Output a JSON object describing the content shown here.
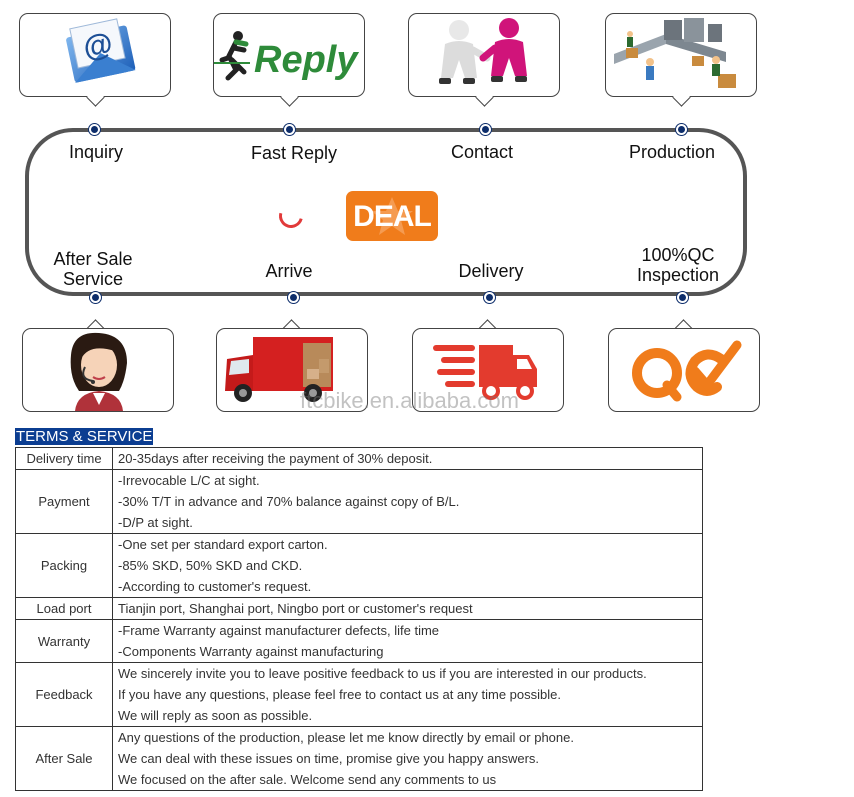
{
  "flow": {
    "steps_top": [
      {
        "label": "Inquiry",
        "icon": "email-icon"
      },
      {
        "label": "Fast Reply",
        "icon": "reply-icon"
      },
      {
        "label": "Contact",
        "icon": "handshake-icon"
      },
      {
        "label": "Production",
        "icon": "factory-icon"
      }
    ],
    "steps_bottom": [
      {
        "label_lines": [
          "After Sale",
          "Service"
        ],
        "icon": "support-agent-icon"
      },
      {
        "label_lines": [
          "Arrive"
        ],
        "icon": "delivery-van-icon"
      },
      {
        "label_lines": [
          "Delivery"
        ],
        "icon": "fast-truck-icon"
      },
      {
        "label_lines": [
          "100%QC",
          "Inspection"
        ],
        "icon": "qc-check-icon"
      }
    ],
    "reply_card_text": "Reply",
    "deal_badge": "DEAL",
    "watermark": "ftcbike.en.alibaba.com",
    "colors": {
      "loop": "#555555",
      "dot": "#0d2d6b",
      "deal": "#f07c1b",
      "reply_green": "#2e8b3a",
      "qc_orange": "#f07c1b",
      "truck_red": "#e33b2e"
    }
  },
  "terms": {
    "heading": "TERMS & SERVICE",
    "rows": [
      {
        "key": "Delivery time",
        "lines": [
          "20-35days after receiving the payment of 30% deposit."
        ]
      },
      {
        "key": "Payment",
        "lines": [
          "-Irrevocable L/C at sight.",
          "-30% T/T in advance and 70% balance against copy of B/L.",
          "-D/P at sight."
        ]
      },
      {
        "key": "Packing",
        "lines": [
          "-One set per standard export carton.",
          "-85% SKD, 50% SKD and CKD.",
          "-According to customer's request."
        ]
      },
      {
        "key": "Load port",
        "lines": [
          "Tianjin port, Shanghai port, Ningbo port or customer's request"
        ]
      },
      {
        "key": "Warranty",
        "lines": [
          "-Frame Warranty against manufacturer defects, life time",
          "-Components Warranty against manufacturing"
        ]
      },
      {
        "key": "Feedback",
        "lines": [
          "We sincerely invite you to leave positive feedback to us if you are interested in our products.",
          "If you have any questions, please feel free to contact us at any time possible.",
          "We will reply as soon as possible."
        ]
      },
      {
        "key": "After Sale",
        "lines": [
          "Any questions of the production, please let me know directly by email or phone.",
          "We can deal with these issues on time, promise give you happy answers.",
          "We focused on the after sale. Welcome send any comments to us"
        ]
      }
    ]
  }
}
